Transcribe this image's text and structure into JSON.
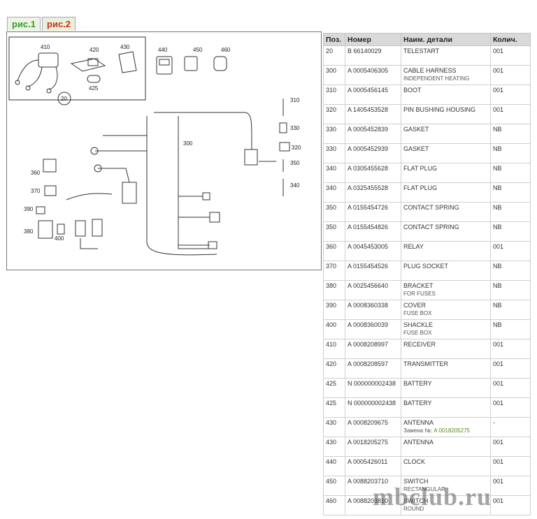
{
  "tabs": [
    {
      "label": "рис.1"
    },
    {
      "label": "рис.2"
    }
  ],
  "table": {
    "headers": [
      "Поз.",
      "Номер",
      "Наим. детали",
      "Колич."
    ],
    "rows": [
      {
        "pos": "20",
        "num": "B 66140029",
        "name": "TELESTART",
        "name2": "",
        "qty": "001"
      },
      {
        "pos": "300",
        "num": "A 0005406305",
        "name": "CABLE HARNESS",
        "name2": "INDEPENDENT HEATING",
        "qty": "001"
      },
      {
        "pos": "310",
        "num": "A 0005456145",
        "name": "BOOT",
        "name2": "",
        "qty": "001"
      },
      {
        "pos": "320",
        "num": "A 1405453528",
        "name": "PIN BUSHING HOUSING",
        "name2": "",
        "qty": "001"
      },
      {
        "pos": "330",
        "num": "A 0005452839",
        "name": "GASKET",
        "name2": "",
        "qty": "NB"
      },
      {
        "pos": "330",
        "num": "A 0005452939",
        "name": "GASKET",
        "name2": "",
        "qty": "NB"
      },
      {
        "pos": "340",
        "num": "A 0305455628",
        "name": "FLAT PLUG",
        "name2": "",
        "qty": "NB"
      },
      {
        "pos": "340",
        "num": "A 0325455528",
        "name": "FLAT PLUG",
        "name2": "",
        "qty": "NB"
      },
      {
        "pos": "350",
        "num": "A 0155454726",
        "name": "CONTACT SPRING",
        "name2": "",
        "qty": "NB"
      },
      {
        "pos": "350",
        "num": "A 0155454826",
        "name": "CONTACT SPRING",
        "name2": "",
        "qty": "NB"
      },
      {
        "pos": "360",
        "num": "A 0045453005",
        "name": "RELAY",
        "name2": "",
        "qty": "001"
      },
      {
        "pos": "370",
        "num": "A 0155454526",
        "name": "PLUG SOCKET",
        "name2": "",
        "qty": "NB"
      },
      {
        "pos": "380",
        "num": "A 0025456640",
        "name": "BRACKET",
        "name2": "FOR FUSES",
        "qty": "NB"
      },
      {
        "pos": "390",
        "num": "A 0008360338",
        "name": "COVER",
        "name2": "FUSE BOX",
        "qty": "NB"
      },
      {
        "pos": "400",
        "num": "A 0008360039",
        "name": "SHACKLE",
        "name2": "FUSE BOX",
        "qty": "NB"
      },
      {
        "pos": "410",
        "num": "A 0008208997",
        "name": "RECEIVER",
        "name2": "",
        "qty": "001"
      },
      {
        "pos": "420",
        "num": "A 0008208597",
        "name": "TRANSMITTER",
        "name2": "",
        "qty": "001"
      },
      {
        "pos": "425",
        "num": "N 000000002438",
        "name": "BATTERY",
        "name2": "",
        "qty": "001"
      },
      {
        "pos": "425",
        "num": "N 000000002438",
        "name": "BATTERY",
        "name2": "",
        "qty": "001"
      },
      {
        "pos": "430",
        "num": "A 0008209675",
        "name": "ANTENNA",
        "name2": "Замена №: ",
        "name2b": "A 0018205275",
        "qty": "-"
      },
      {
        "pos": "430",
        "num": "A 0018205275",
        "name": "ANTENNA",
        "name2": "",
        "qty": "001"
      },
      {
        "pos": "440",
        "num": "A 0005426011",
        "name": "CLOCK",
        "name2": "",
        "qty": "001"
      },
      {
        "pos": "450",
        "num": "A 0088203710",
        "name": "SWITCH",
        "name2": "RECTANGULAR",
        "qty": "001"
      },
      {
        "pos": "460",
        "num": "A 0088203810",
        "name": "SWITCH",
        "name2": "ROUND",
        "qty": "001"
      }
    ]
  },
  "diagram": {
    "labels": [
      "410",
      "420",
      "430",
      "425",
      "20",
      "440",
      "450",
      "460",
      "300",
      "310",
      "330",
      "320",
      "350",
      "340",
      "360",
      "370",
      "390",
      "380",
      "400"
    ]
  },
  "watermark": "mbclub.ru"
}
